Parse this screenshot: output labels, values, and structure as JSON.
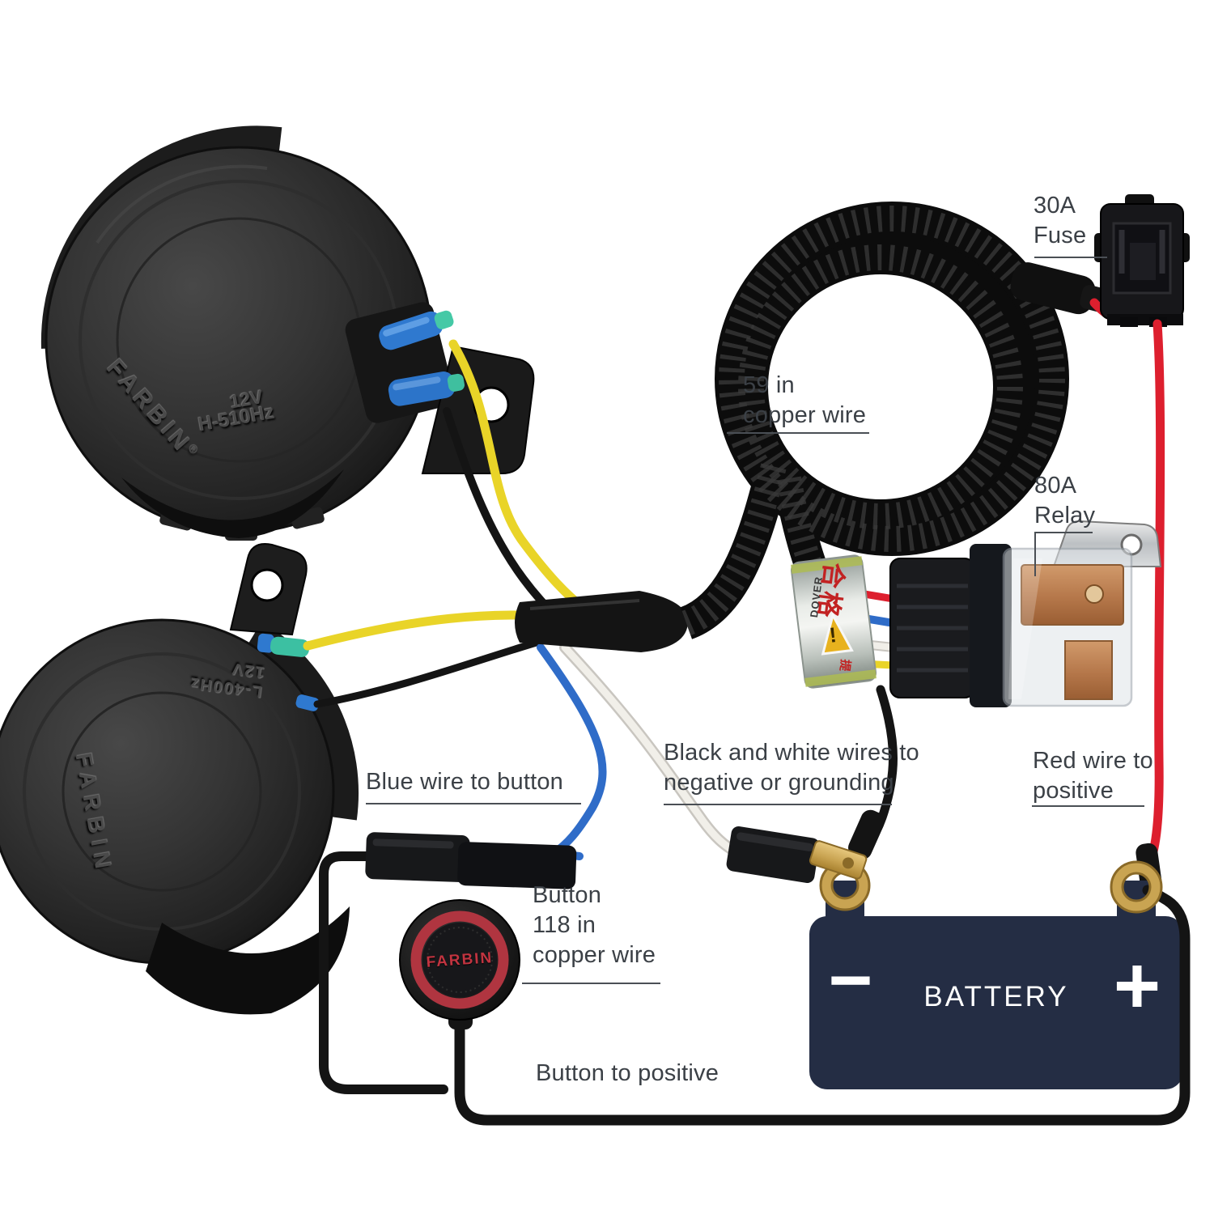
{
  "labels": {
    "fuse": "30A\nFuse",
    "copper_wire": "59 in\ncopper wire",
    "relay": "80A\nRelay",
    "ground": "Black and white wires to\nnegative or grounding",
    "red_positive": "Red wire to\npositive",
    "blue_button": "Blue wire to button",
    "button": "Button\n118 in\ncopper wire",
    "button_positive": "Button to positive"
  },
  "battery": {
    "label": "BATTERY",
    "minus": "−",
    "plus": "+"
  },
  "horn_top": {
    "brand": "FARBIN",
    "reg": "®",
    "voltage": "12V",
    "tone": "H-510Hz"
  },
  "horn_bottom": {
    "brand": "FARBIN",
    "voltage": "12V",
    "tone": "L-400Hz"
  },
  "button": {
    "brand": "FARBIN"
  },
  "relay_band": {
    "pass_mark": "合格",
    "brand": "DOVER",
    "note": "提",
    "warning": "!"
  },
  "colors": {
    "wire-red": "#dd1f2e",
    "wire-blue": "#2f6cc8",
    "wire-yellow": "#e9d428",
    "wire-white": "#f1efe9",
    "wire-black": "#141414",
    "battery-navy": "#242d44",
    "brass": "#c9a452",
    "button-ring": "#b03540",
    "label-text": "#3b4046"
  }
}
